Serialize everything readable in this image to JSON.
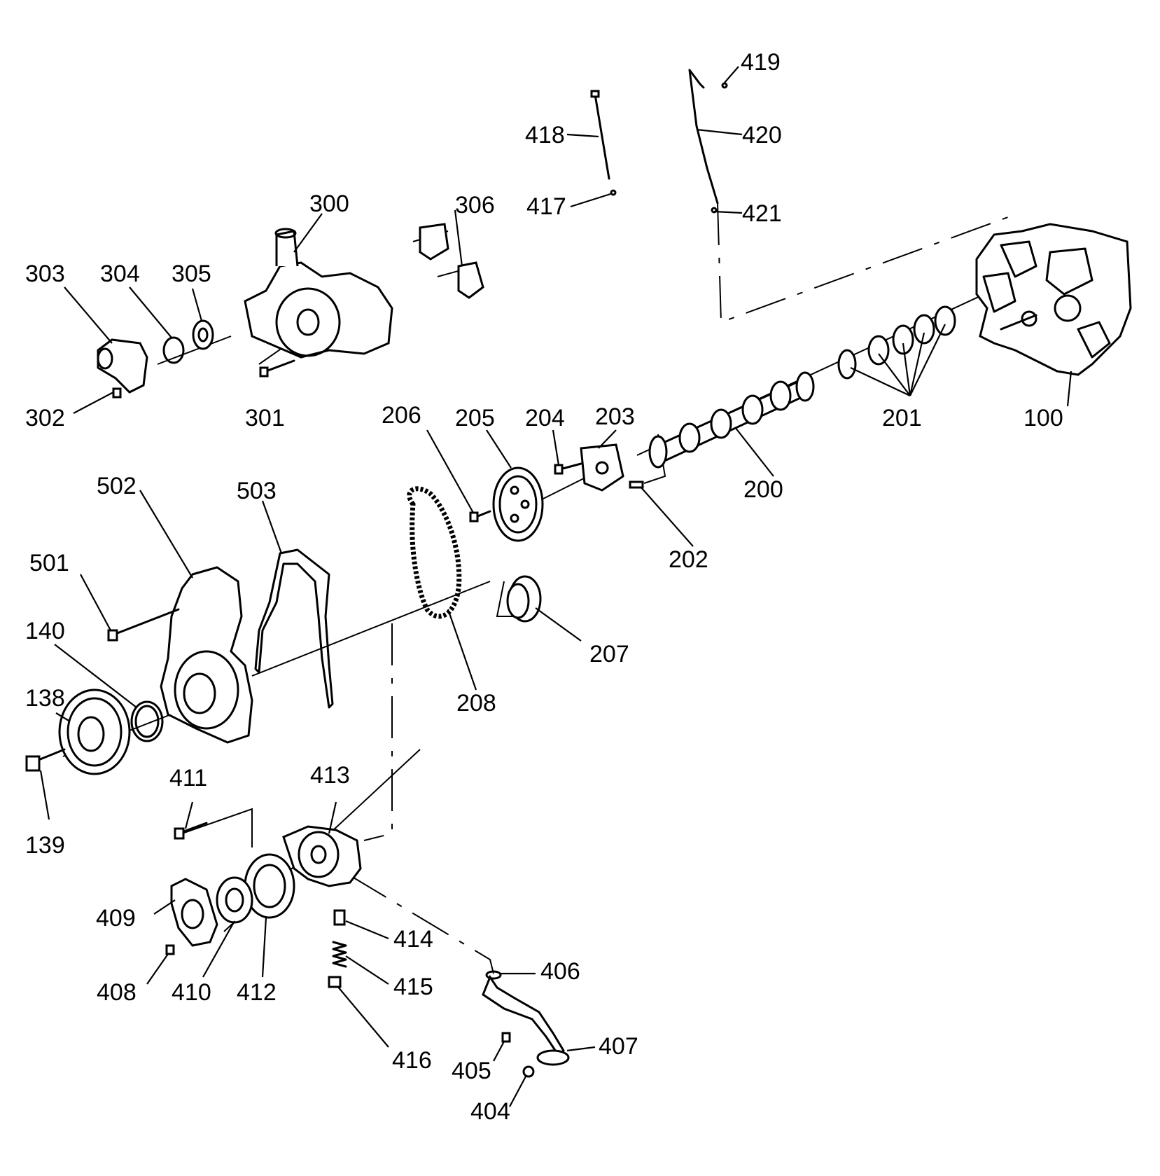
{
  "labels": {
    "p100": "100",
    "p138": "138",
    "p139": "139",
    "p140": "140",
    "p200": "200",
    "p201": "201",
    "p202": "202",
    "p203": "203",
    "p204": "204",
    "p205": "205",
    "p206": "206",
    "p207": "207",
    "p208": "208",
    "p300": "300",
    "p301": "301",
    "p302": "302",
    "p303": "303",
    "p304": "304",
    "p305": "305",
    "p306": "306",
    "p404": "404",
    "p405": "405",
    "p406": "406",
    "p407": "407",
    "p408": "408",
    "p409": "409",
    "p410": "410",
    "p411": "411",
    "p412": "412",
    "p413": "413",
    "p414": "414",
    "p415": "415",
    "p416": "416",
    "p417": "417",
    "p418": "418",
    "p419": "419",
    "p420": "420",
    "p421": "421",
    "p501": "501",
    "p502": "502",
    "p503": "503"
  }
}
